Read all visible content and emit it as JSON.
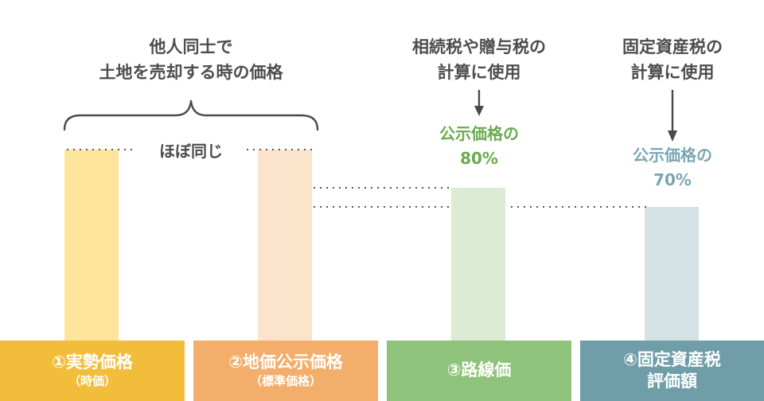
{
  "chart_data": {
    "type": "bar",
    "categories": [
      "①実勢価格（時価）",
      "②地価公示価格（標準価格）",
      "③路線価",
      "④固定資産税評価額"
    ],
    "values": [
      100,
      100,
      80,
      70
    ],
    "ylim": [
      0,
      100
    ],
    "colors": [
      "#fce49a",
      "#fbe3cc",
      "#dcebd3",
      "#d4e2e5"
    ],
    "label_colors": [
      "#f2bd3a",
      "#f4ae6b",
      "#8fc27a",
      "#6f9ea9"
    ],
    "annotations": {
      "same_price_note": [
        "他人同士で",
        "土地を売却する時の価格"
      ],
      "approx_same": "ほぼ同じ",
      "rosenka_use": [
        "相続税や贈与税の",
        "計算に使用"
      ],
      "rosenka_ratio": [
        "公示価格の",
        "80%"
      ],
      "kotei_use": [
        "固定資産税の",
        "計算に使用"
      ],
      "kotei_ratio": [
        "公示価格の",
        "70%"
      ]
    },
    "labels": [
      {
        "main": "①実勢価格",
        "sub": "（時価）"
      },
      {
        "main": "②地価公示価格",
        "sub": "（標準価格）"
      },
      {
        "main": "③路線価",
        "sub": ""
      },
      {
        "main": "④固定資産税",
        "sub": "評価額"
      }
    ],
    "ratio_colors": {
      "rosenka": "#6aab4f",
      "kotei": "#7ba7b3"
    }
  }
}
